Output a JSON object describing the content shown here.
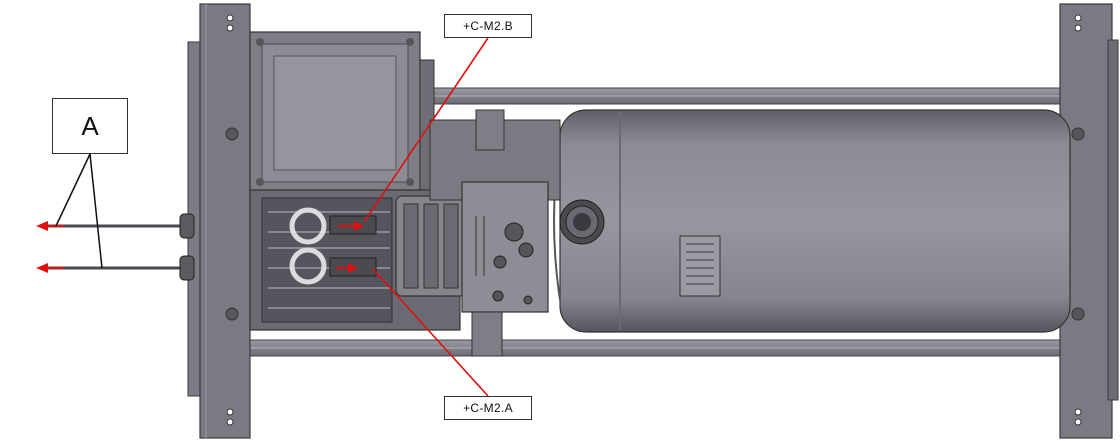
{
  "callouts": {
    "a": "A",
    "b": "+C-M2.B",
    "c": "+C-M2.A"
  },
  "colors": {
    "frame": "#6f6f78",
    "body": "#8a8a93",
    "dark": "#3c3c42",
    "leader": "#e01010",
    "arrow": "#e01010"
  }
}
